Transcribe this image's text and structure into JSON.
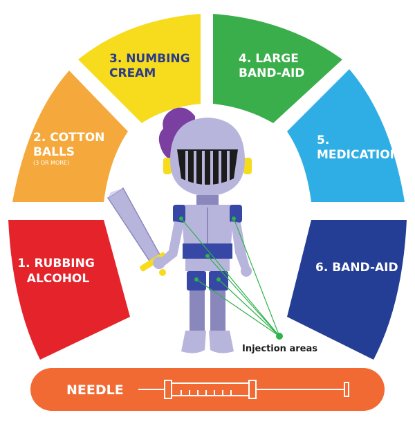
{
  "segments": [
    {
      "line1": "1. RUBBING",
      "line2": "ALCOHOL",
      "color": "#e5232b",
      "text_color": "#ffffff"
    },
    {
      "line1": "2. COTTON",
      "line2": "BALLS",
      "sub": "(3 OR MORE)",
      "color": "#f5a93c",
      "text_color": "#ffffff"
    },
    {
      "line1": "3. NUMBING",
      "line2": "CREAM",
      "color": "#f6dc1c",
      "text_color": "#2a3a8c"
    },
    {
      "line1": "4. LARGE",
      "line2": "BAND-AID",
      "color": "#3aae4a",
      "text_color": "#ffffff"
    },
    {
      "line1": "5.",
      "line2": "MEDICATION",
      "color": "#2faee6",
      "text_color": "#ffffff"
    },
    {
      "line1": "6. BAND-AID",
      "color": "#253e95",
      "text_color": "#ffffff"
    }
  ],
  "injection_label": "Injection areas",
  "needle": {
    "label": "NEEDLE",
    "color": "#f26a33"
  },
  "colors": {
    "armor": "#b8b5dd",
    "armor_dark": "#8a87bd",
    "armor_blue": "#3747a5",
    "plume": "#7a3fa0",
    "visor": "#1c1c1c",
    "injection_green": "#2eb24b",
    "sword_handle": "#f6dc1c"
  }
}
